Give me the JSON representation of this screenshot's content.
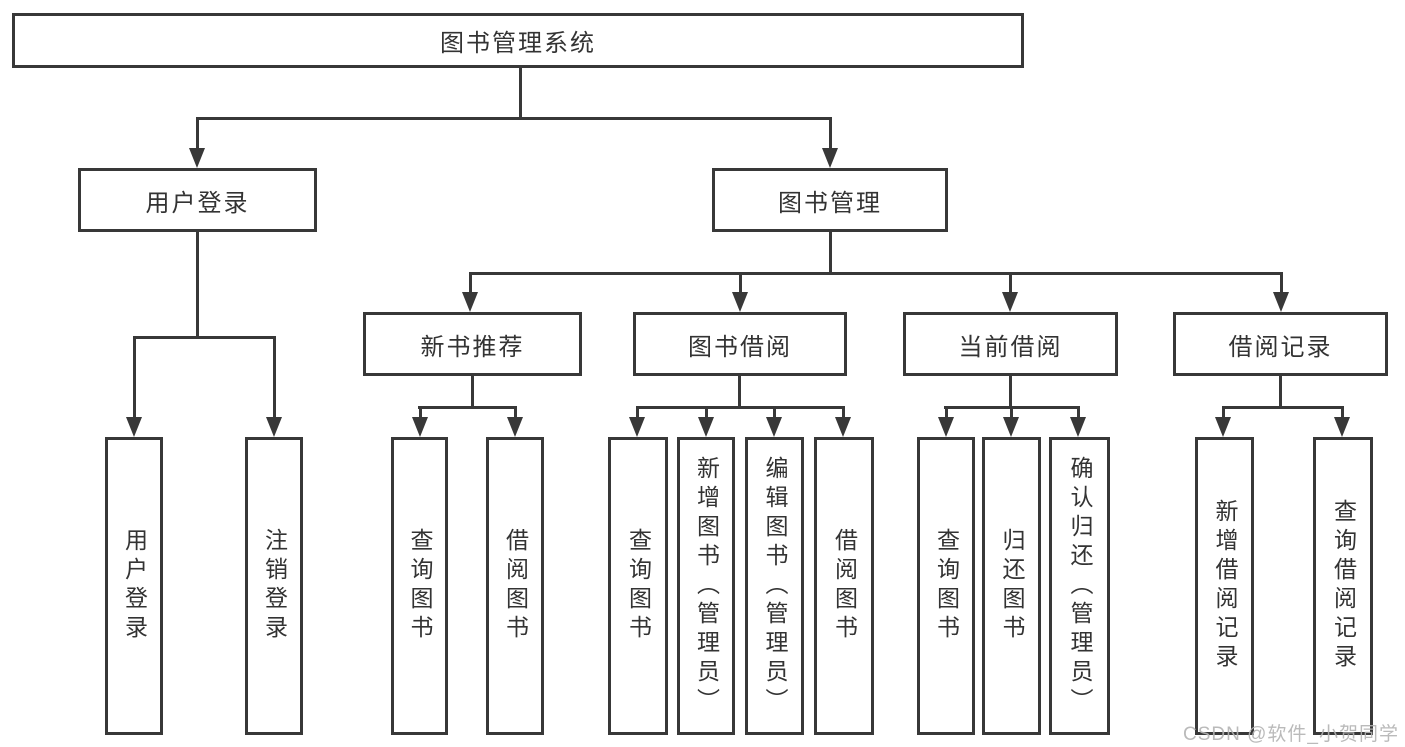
{
  "nodes": {
    "root": "图书管理系统",
    "level2": [
      "用户登录",
      "图书管理"
    ],
    "level3": [
      "新书推荐",
      "图书借阅",
      "当前借阅",
      "借阅记录"
    ],
    "leaves": [
      "用户登录",
      "注销登录",
      "查询图书",
      "借阅图书",
      "查询图书",
      "新增图书（管理员）",
      "编辑图书（管理员）",
      "借阅图书",
      "查询图书",
      "归还图书",
      "确认归还（管理员）",
      "新增借阅记录",
      "查询借阅记录"
    ]
  },
  "watermark": "CSDN @软件_小贺同学",
  "colors": {
    "line": "#383838",
    "text": "#333333",
    "watermark": "#b2b2b2",
    "background": "#ffffff"
  }
}
